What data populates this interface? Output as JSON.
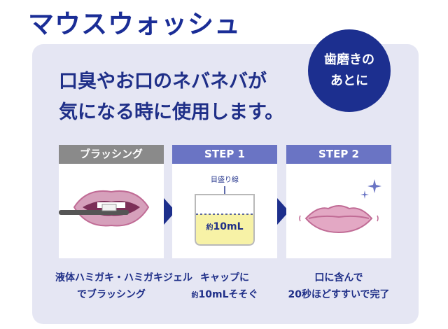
{
  "title": "マウスウォッシュ",
  "headline": {
    "line1": "口臭やお口のネバネバが",
    "line2": "気になる時に使用します。"
  },
  "badge": {
    "line1": "歯磨きの",
    "line2": "あとに"
  },
  "steps": [
    {
      "label": "ブラッシング",
      "caption_lines": [
        "液体ハミガキ・ハミガキジェル",
        "でブラッシング"
      ]
    },
    {
      "label": "STEP 1",
      "caption_prefix": "キャップに",
      "caption_small": "約",
      "caption_rest": "10mLそそぐ",
      "cup_label": "目盛り線",
      "amount_small": "約",
      "amount": "10mL"
    },
    {
      "label": "STEP 2",
      "caption_lines": [
        "口に含んで",
        "20秒ほどすすいで完了"
      ]
    }
  ],
  "colors": {
    "navy": "#1c2f8f",
    "step_header": "#6a74c4",
    "brushing_header": "#8a8a8a",
    "panel": "#e5e6f3",
    "liquid": "#f7f2a6"
  }
}
